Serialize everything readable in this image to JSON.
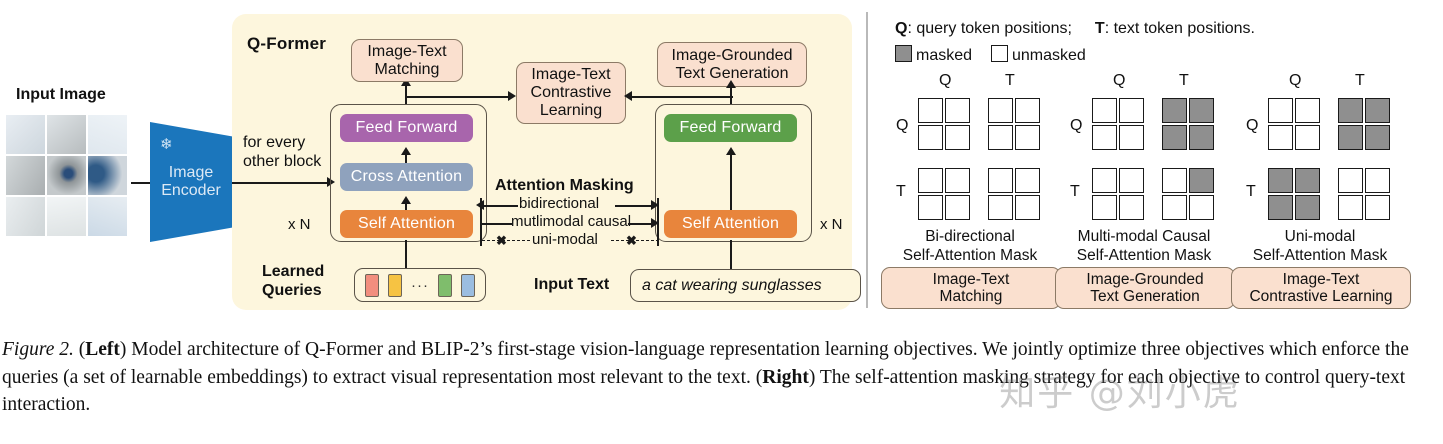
{
  "left": {
    "panel_title": "Q-Former",
    "input_image_label": "Input Image",
    "image_encoder_label_line1": "Image",
    "image_encoder_label_line2": "Encoder",
    "snowflake_icon": "frozen-snowflake",
    "for_every_other_block_line1": "for every",
    "for_every_other_block_line2": "other block",
    "objectives": {
      "itm_line1": "Image-Text",
      "itm_line2": "Matching",
      "itc_line1": "Image-Text",
      "itc_line2": "Contrastive",
      "itc_line3": "Learning",
      "itg_line1": "Image-Grounded",
      "itg_line2": "Text Generation"
    },
    "left_block": {
      "feed_forward": "Feed Forward",
      "cross_attention": "Cross Attention",
      "self_attention": "Self Attention",
      "repeat": "x N"
    },
    "right_block": {
      "feed_forward": "Feed Forward",
      "self_attention": "Self Attention",
      "repeat": "x N"
    },
    "attention_masking_title": "Attention Masking",
    "masking_modes": {
      "bidirectional": "bidirectional",
      "multimodal_causal": "mutlimodal causal",
      "unimodal": "uni-modal"
    },
    "learned_queries_line1": "Learned",
    "learned_queries_line2": "Queries",
    "query_chip_colors": [
      "#f28e7e",
      "#f6c343",
      "#7fbd6c",
      "#9bbde0"
    ],
    "query_chip_ellipsis": "···",
    "input_text_label": "Input Text",
    "input_text_value": "a cat wearing sunglasses"
  },
  "right": {
    "legend": {
      "q_key": "Q",
      "q_desc": ": query token positions;",
      "t_key": "T",
      "t_desc": ": text token positions.",
      "masked_label": "masked",
      "unmasked_label": "unmasked"
    },
    "axis_labels": {
      "col_q": "Q",
      "col_t": "T",
      "row_q": "Q",
      "row_t": "T"
    },
    "matrices": [
      {
        "name": "bi-directional-self-attention-mask",
        "title_line1": "Bi-directional",
        "title_line2": "Self-Attention Mask",
        "objective_line1": "Image-Text",
        "objective_line2": "Matching",
        "grid": [
          [
            "unmasked",
            "unmasked",
            "unmasked",
            "unmasked"
          ],
          [
            "unmasked",
            "unmasked",
            "unmasked",
            "unmasked"
          ],
          [
            "unmasked",
            "unmasked",
            "unmasked",
            "unmasked"
          ],
          [
            "unmasked",
            "unmasked",
            "unmasked",
            "unmasked"
          ]
        ]
      },
      {
        "name": "multi-modal-causal-self-attention-mask",
        "title_line1": "Multi-modal Causal",
        "title_line2": "Self-Attention Mask",
        "objective_line1": "Image-Grounded",
        "objective_line2": "Text Generation",
        "grid": [
          [
            "unmasked",
            "unmasked",
            "masked",
            "masked"
          ],
          [
            "unmasked",
            "unmasked",
            "masked",
            "masked"
          ],
          [
            "unmasked",
            "unmasked",
            "unmasked",
            "masked"
          ],
          [
            "unmasked",
            "unmasked",
            "unmasked",
            "unmasked"
          ]
        ]
      },
      {
        "name": "uni-modal-self-attention-mask",
        "title_line1": "Uni-modal",
        "title_line2": "Self-Attention Mask",
        "objective_line1": "Image-Text",
        "objective_line2": "Contrastive Learning",
        "grid": [
          [
            "unmasked",
            "unmasked",
            "masked",
            "masked"
          ],
          [
            "unmasked",
            "unmasked",
            "masked",
            "masked"
          ],
          [
            "masked",
            "masked",
            "unmasked",
            "unmasked"
          ],
          [
            "masked",
            "masked",
            "unmasked",
            "unmasked"
          ]
        ]
      }
    ]
  },
  "caption": {
    "figure_number": "Figure 2.",
    "left_tag": "Left",
    "right_tag": "Right",
    "text_1": " (",
    "text_2": ") Model architecture of Q-Former and BLIP-2’s first-stage vision-language representation learning objectives. We jointly optimize three objectives which enforce the queries (a set of learnable embeddings) to extract visual representation most relevant to the text. (",
    "text_3": ") The self-attention masking strategy for each objective to control query-text interaction."
  },
  "watermark": {
    "text": "知乎 @刘小虎"
  },
  "colors": {
    "panel_bg": "#fdf6dd",
    "objective_box": "#fae0cf",
    "feed_forward_left": "#a865ac",
    "cross_attention": "#8fa2bd",
    "self_attention": "#e8853c",
    "feed_forward_right": "#5ca04a",
    "image_encoder": "#1b76bc",
    "masked_cell": "#8f8f8f"
  }
}
